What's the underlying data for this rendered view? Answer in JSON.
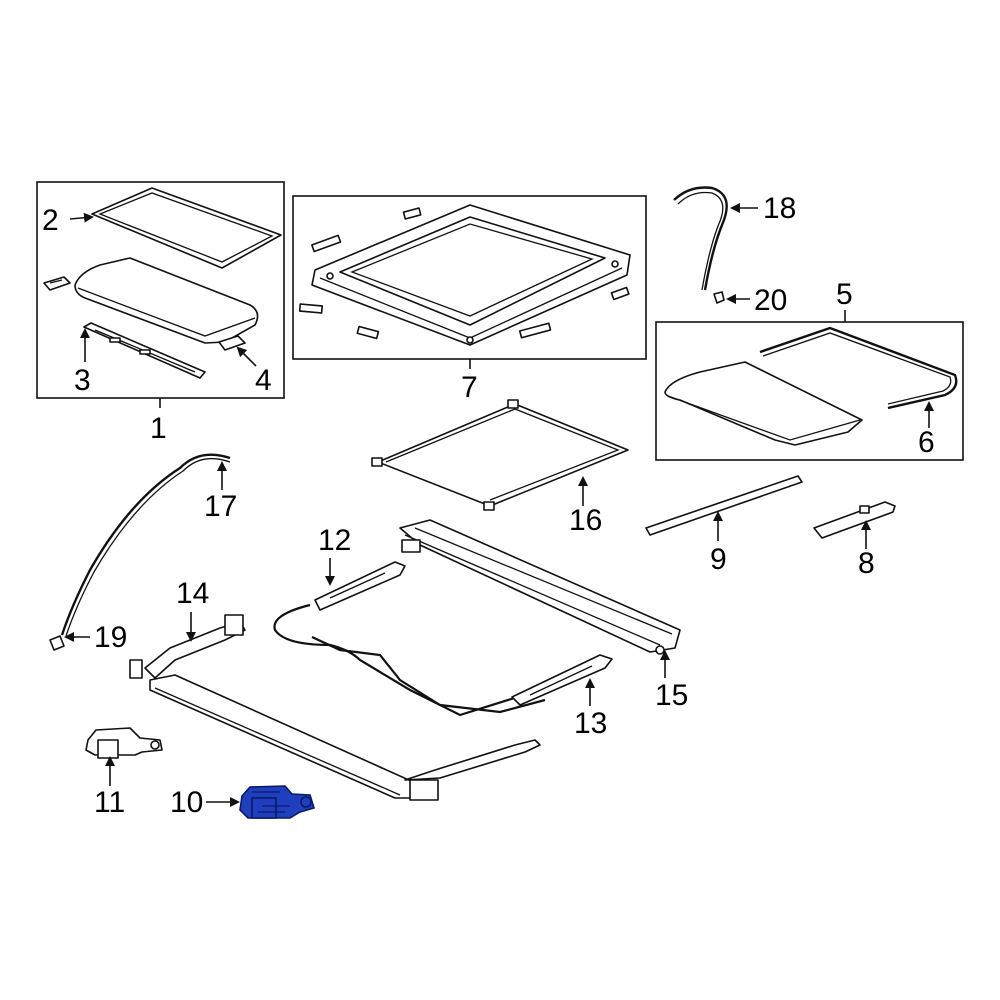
{
  "callouts": {
    "c1": "1",
    "c2": "2",
    "c3": "3",
    "c4": "4",
    "c5": "5",
    "c6": "6",
    "c7": "7",
    "c8": "8",
    "c9": "9",
    "c10": "10",
    "c11": "11",
    "c12": "12",
    "c13": "13",
    "c14": "14",
    "c15": "15",
    "c16": "16",
    "c17": "17",
    "c18": "18",
    "c19": "19",
    "c20": "20"
  },
  "highlighted_part": "10",
  "colors": {
    "highlight": "#1f3fbf",
    "line": "#111111",
    "background": "#ffffff"
  }
}
